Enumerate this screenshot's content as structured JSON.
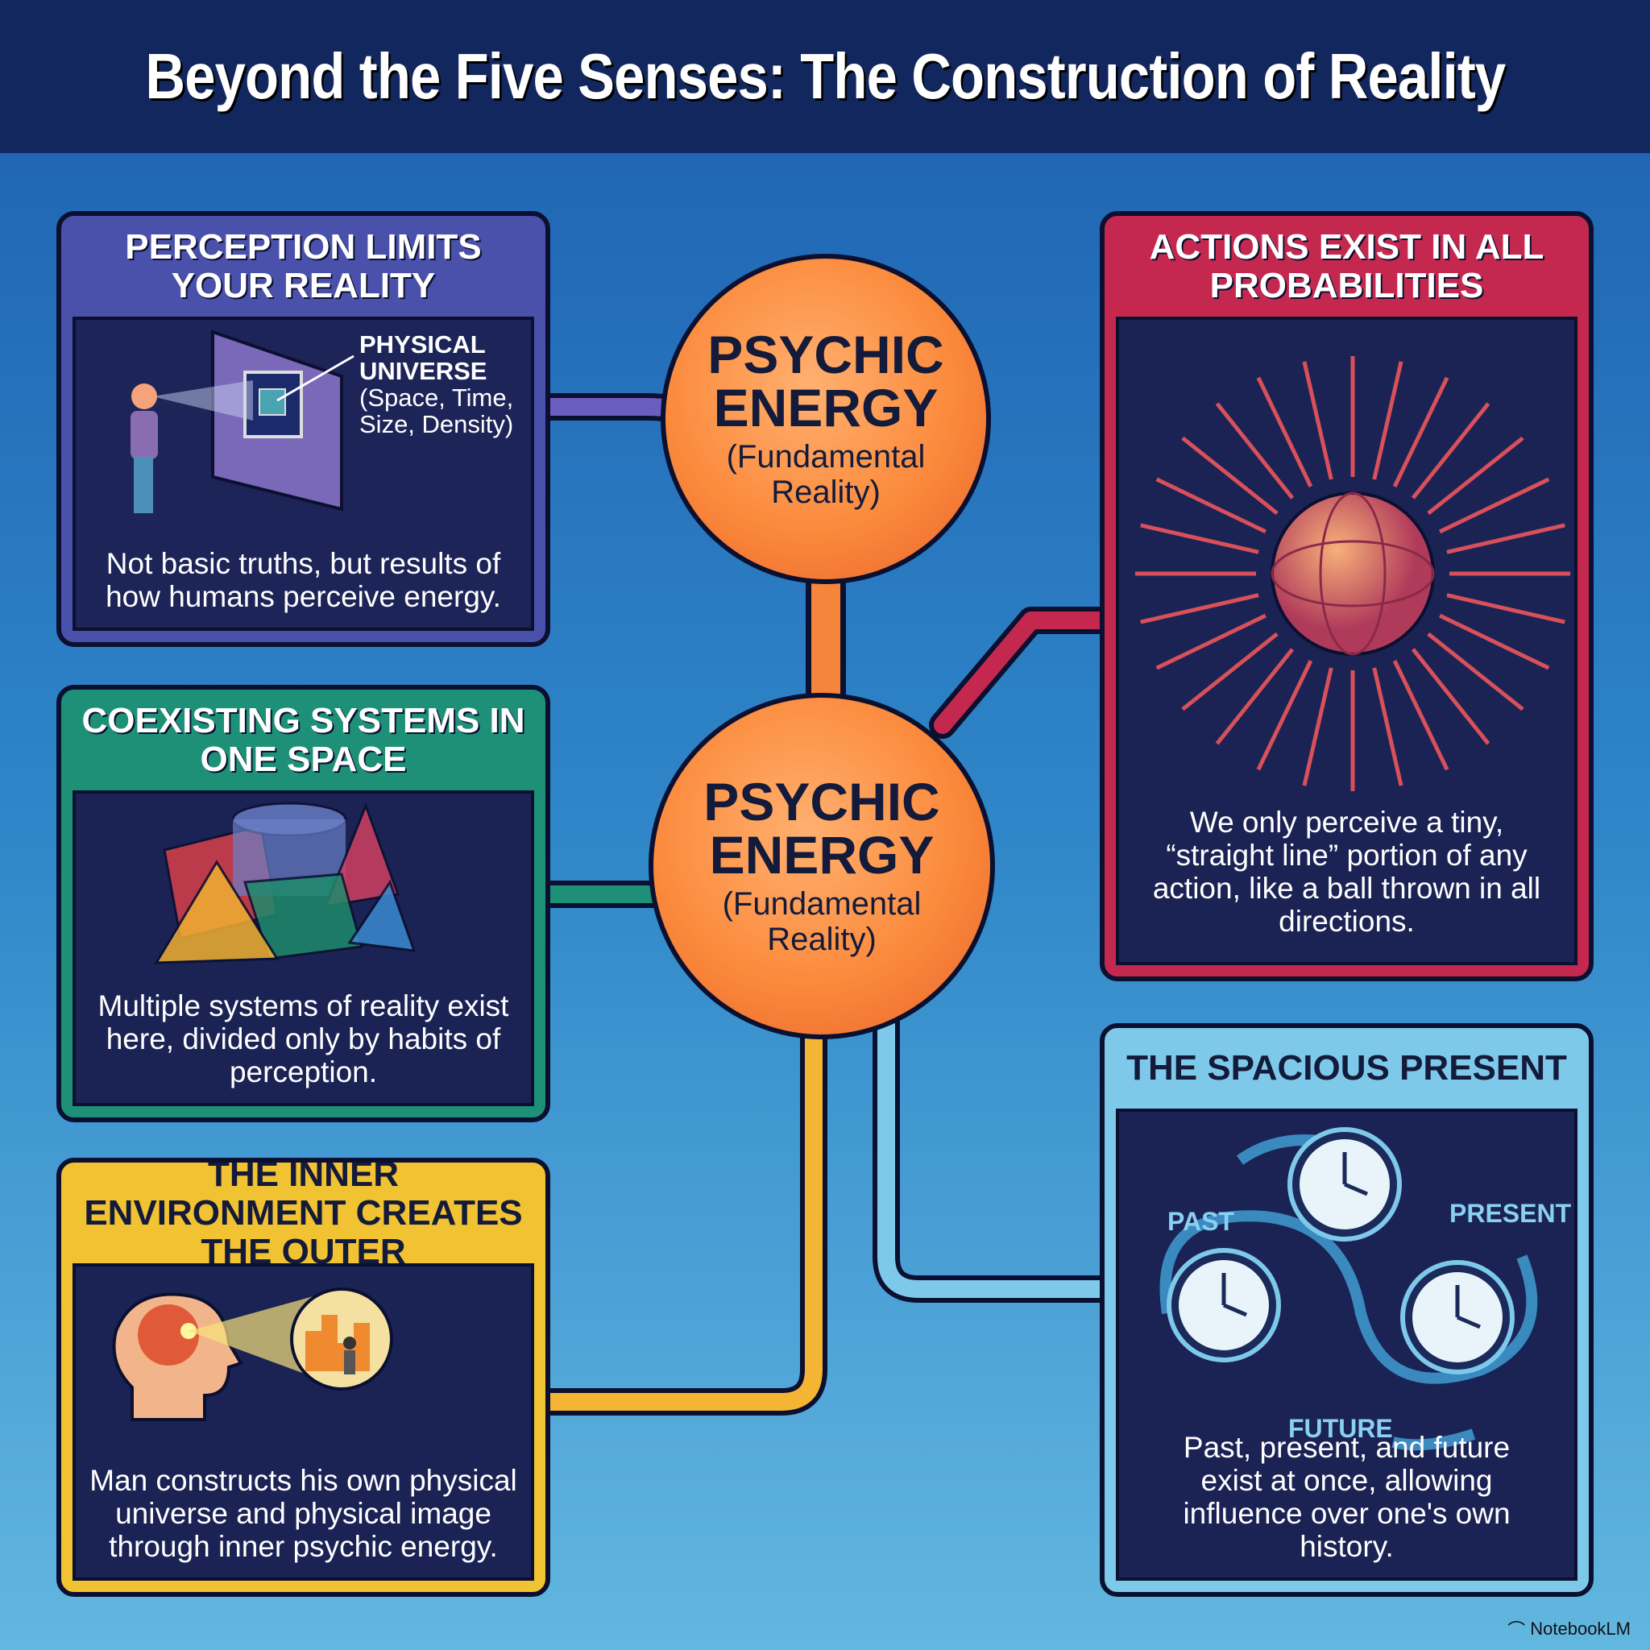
{
  "title": "Beyond the Five Senses: The Construction of Reality",
  "center": [
    {
      "title": "PSYCHIC ENERGY",
      "subtitle": "(Fundamental Reality)"
    },
    {
      "title": "PSYCHIC ENERGY",
      "subtitle": "(Fundamental Reality)"
    }
  ],
  "panels": {
    "perception": {
      "title": "PERCEPTION LIMITS YOUR REALITY",
      "label_title": "PHYSICAL UNIVERSE",
      "label_sub": "(Space, Time, Size, Density)",
      "desc": "Not basic truths, but results of how humans perceive energy.",
      "color": "#4a51aa"
    },
    "coexisting": {
      "title": "COEXISTING SYSTEMS IN ONE SPACE",
      "desc": "Multiple systems of reality exist here, divided only by habits of perception.",
      "color": "#1e9078"
    },
    "inner": {
      "title": "THE INNER ENVIRONMENT CREATES THE OUTER",
      "desc": "Man constructs his own physical universe and physical image through inner psychic energy.",
      "color": "#f1c232"
    },
    "actions": {
      "title": "ACTIONS EXIST IN ALL PROBABILITIES",
      "desc": "We only perceive a tiny, “straight line” portion of any action, like a ball thrown in all directions.",
      "color": "#c4284f"
    },
    "spacious": {
      "title": "THE SPACIOUS PRESENT",
      "past": "PAST",
      "present": "PRESENT",
      "future": "FUTURE",
      "desc": "Past, present, and future exist at once, allowing influence over one's own history.",
      "color": "#7ec9ea"
    }
  },
  "brand": "NotebookLM"
}
